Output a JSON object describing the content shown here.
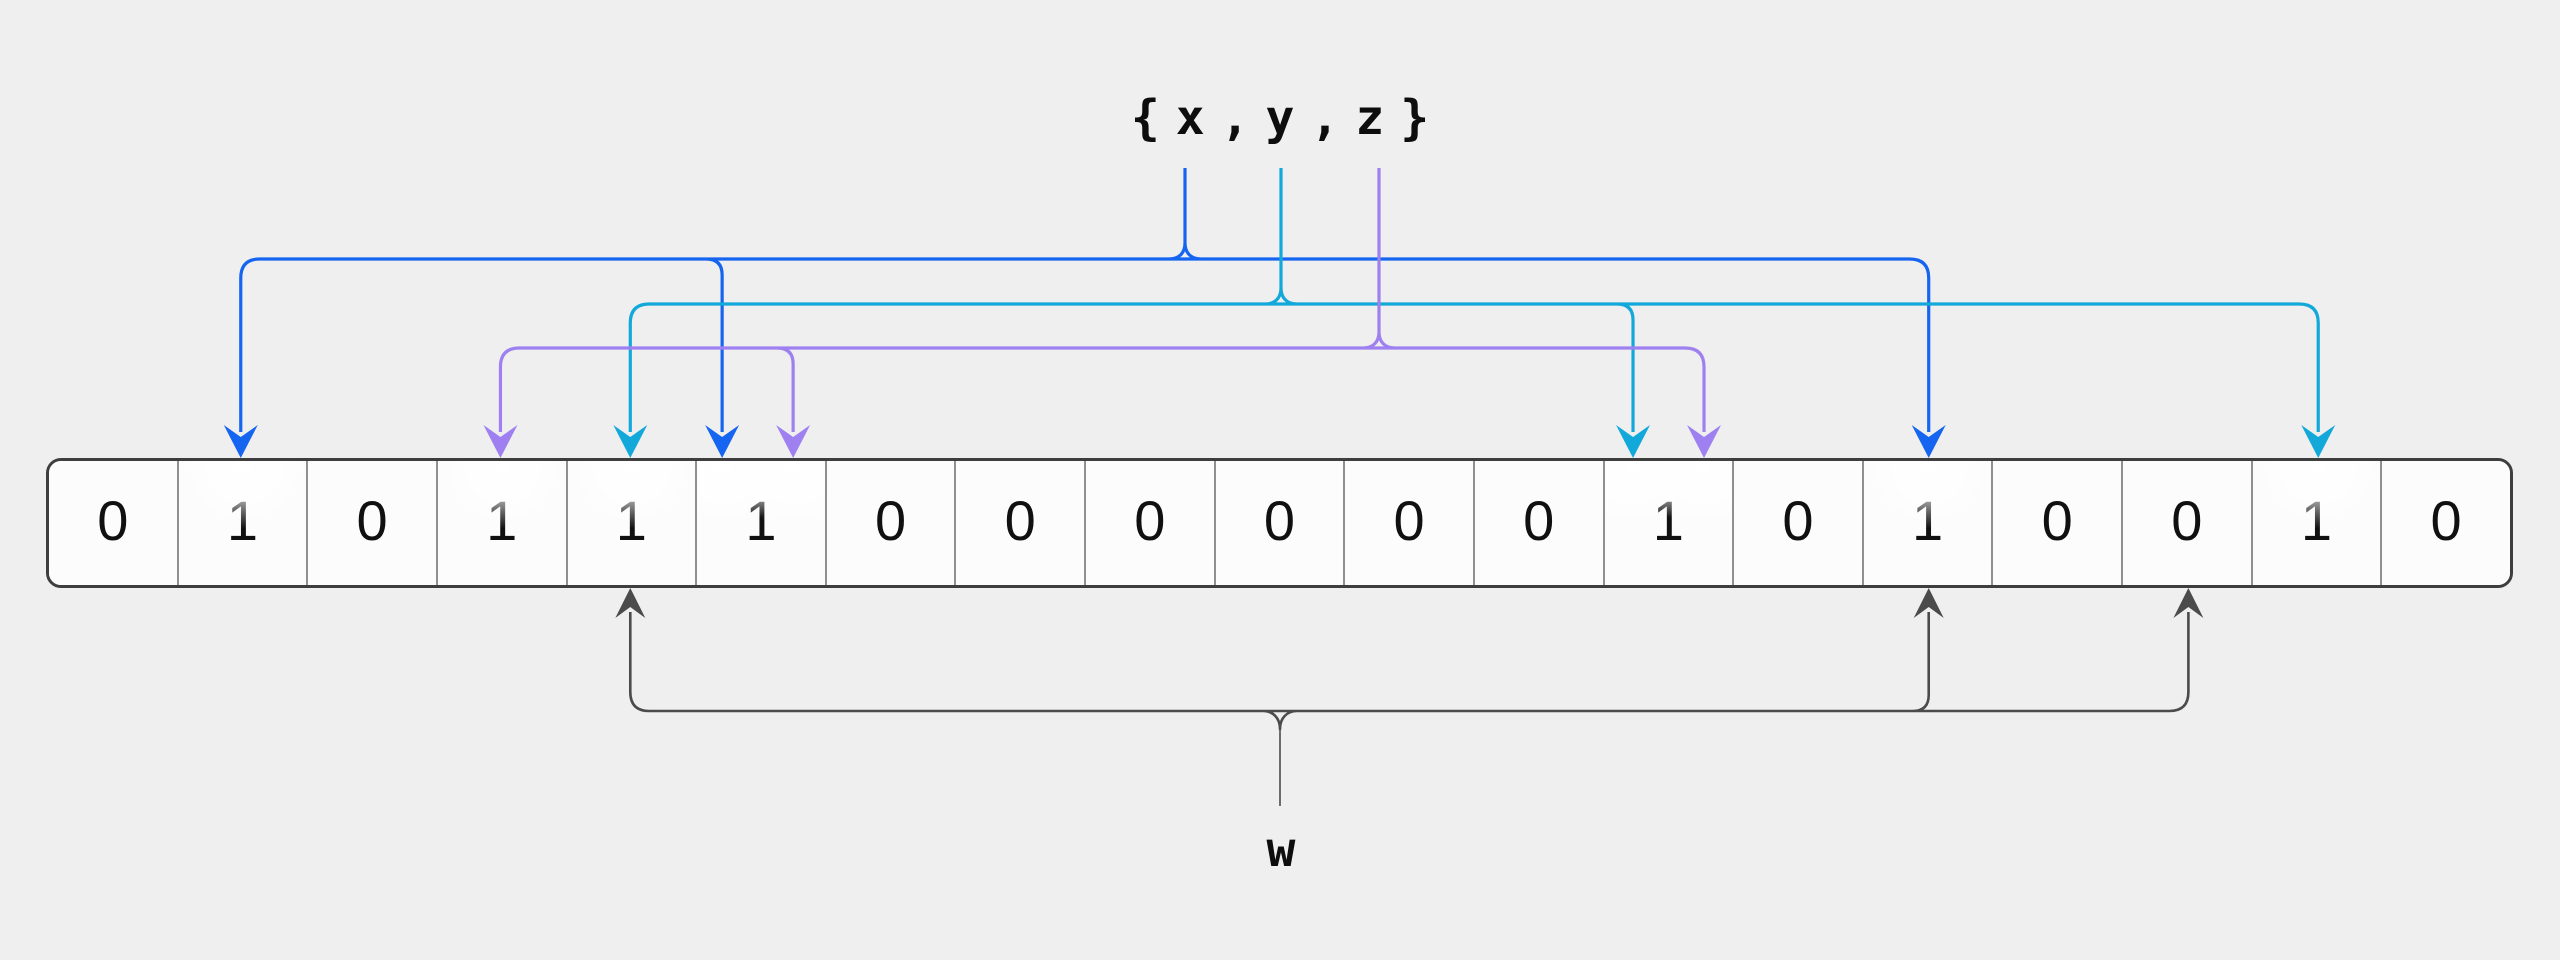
{
  "labels": {
    "set": "{x,y,z}",
    "query": "w"
  },
  "bits": [
    "0",
    "1",
    "0",
    "1",
    "1",
    "1",
    "0",
    "0",
    "0",
    "0",
    "0",
    "0",
    "1",
    "0",
    "1",
    "0",
    "0",
    "1",
    "0"
  ],
  "colors": {
    "background": "#efeff0",
    "cell_background": "#fcfcfd",
    "array_border": "#3e3e3e",
    "cell_divider": "#8f8f8f",
    "x_arrow": "#1565f0",
    "y_arrow": "#12a9da",
    "z_arrow": "#9f80f0",
    "query_arrow": "#4b4b4b",
    "text": "#0d0d0d"
  },
  "mappings": {
    "set_elements": [
      {
        "element": "x",
        "color_key": "x_arrow",
        "target_cells": [
          1,
          5,
          14
        ],
        "target_dx": [
          0,
          -38,
          0
        ]
      },
      {
        "element": "y",
        "color_key": "y_arrow",
        "target_cells": [
          4,
          12,
          17
        ],
        "target_dx": [
          0,
          -36,
          0
        ]
      },
      {
        "element": "z",
        "color_key": "z_arrow",
        "target_cells": [
          3,
          5,
          12
        ],
        "target_dx": [
          0,
          33,
          35
        ]
      }
    ],
    "query": {
      "element": "w",
      "color_key": "query_arrow",
      "target_cells": [
        4,
        14,
        16
      ],
      "target_dx": [
        0,
        0,
        0
      ]
    }
  }
}
